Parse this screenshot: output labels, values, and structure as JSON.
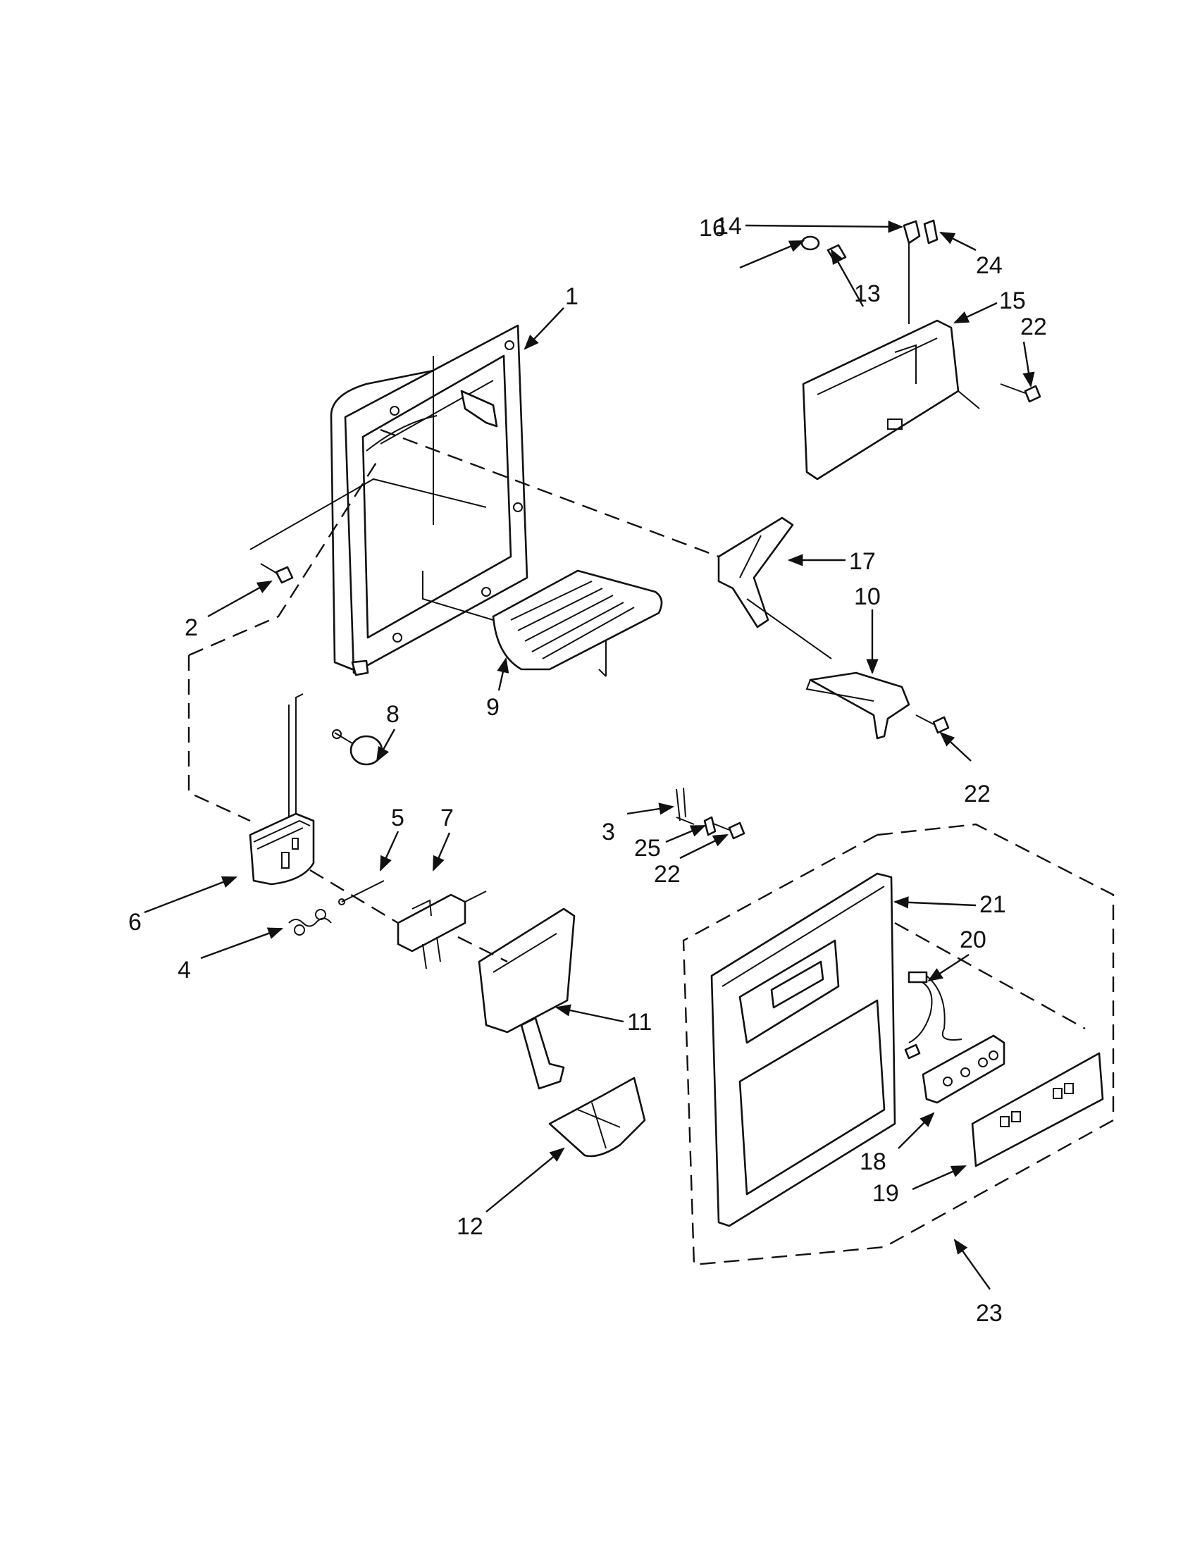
{
  "callouts": [
    {
      "number": "1"
    },
    {
      "number": "2"
    },
    {
      "number": "3"
    },
    {
      "number": "4"
    },
    {
      "number": "5"
    },
    {
      "number": "6"
    },
    {
      "number": "7"
    },
    {
      "number": "8"
    },
    {
      "number": "9"
    },
    {
      "number": "10"
    },
    {
      "number": "11"
    },
    {
      "number": "12"
    },
    {
      "number": "13"
    },
    {
      "number": "14"
    },
    {
      "number": "15"
    },
    {
      "number": "16"
    },
    {
      "number": "17"
    },
    {
      "number": "18"
    },
    {
      "number": "19"
    },
    {
      "number": "20"
    },
    {
      "number": "21"
    },
    {
      "number": "22"
    },
    {
      "number": "22"
    },
    {
      "number": "22"
    },
    {
      "number": "23"
    },
    {
      "number": "24"
    },
    {
      "number": "25"
    }
  ]
}
